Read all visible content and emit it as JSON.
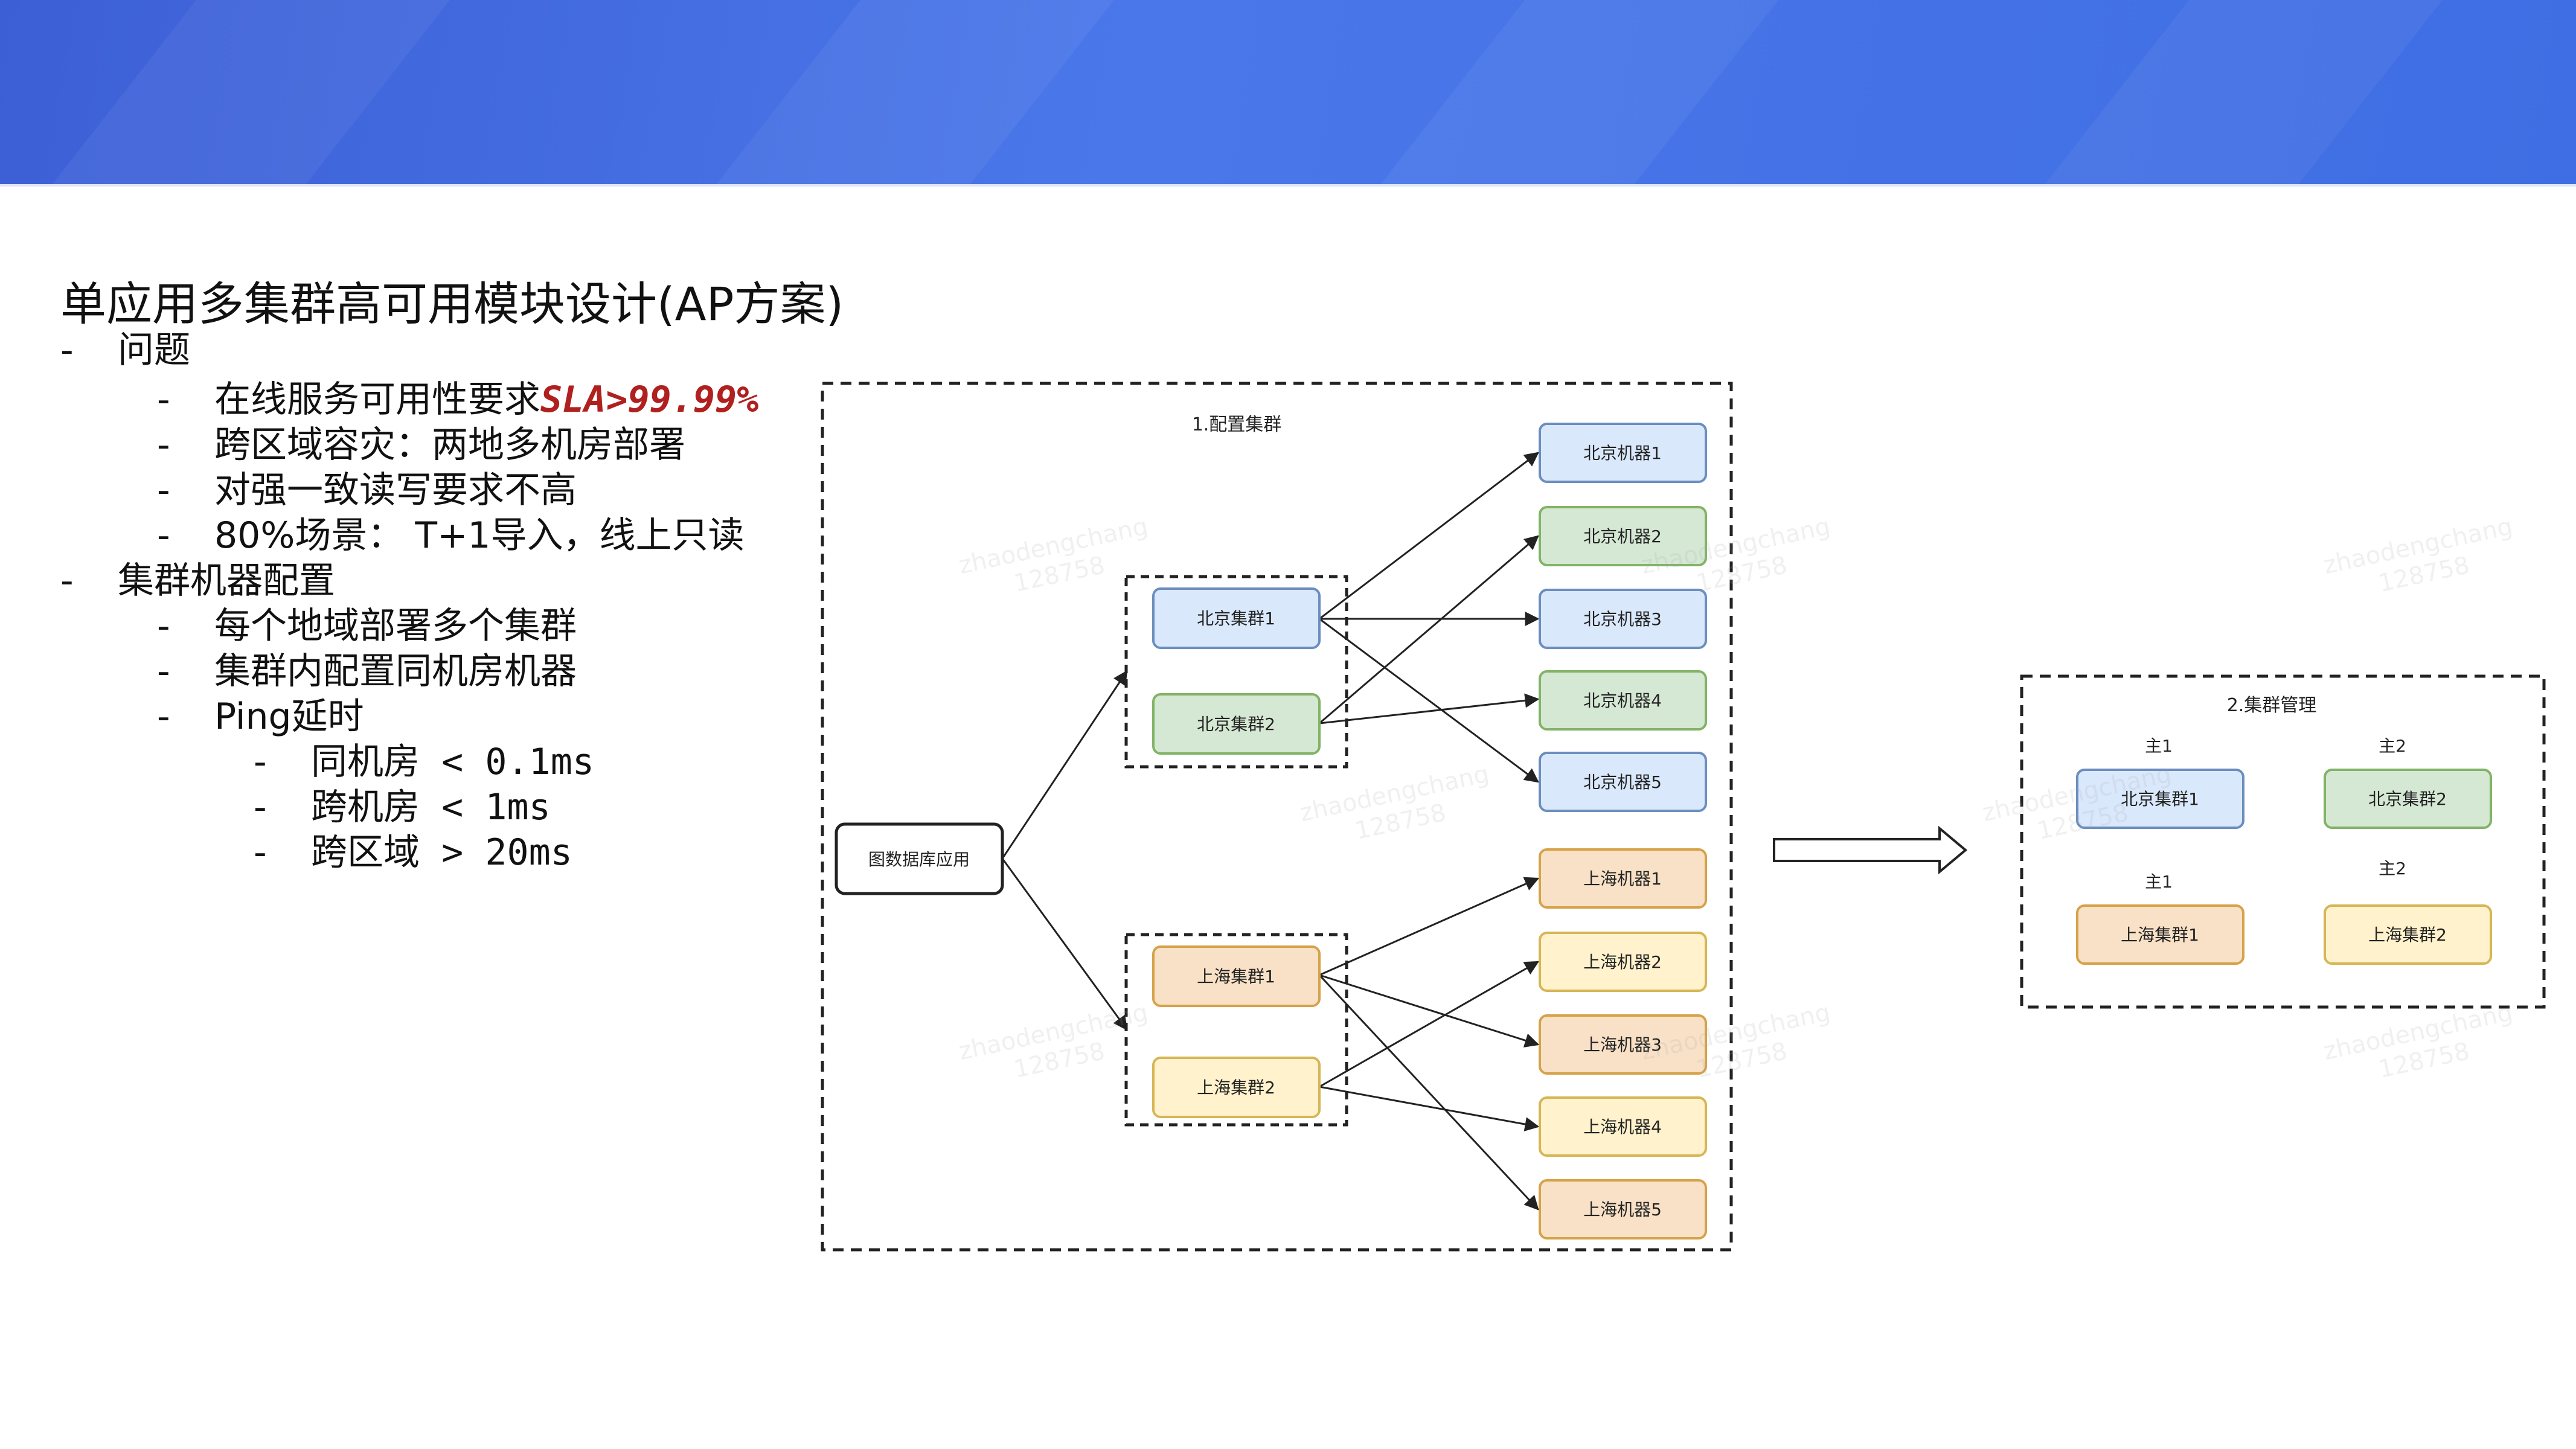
{
  "title": "单应用多集群高可用模块设计(AP方案)",
  "outline": {
    "problem": {
      "label": "问题",
      "items": [
        {
          "text": "在线服务可用性要求",
          "highlight": "SLA>99.99%"
        },
        {
          "text": "跨区域容灾：两地多机房部署"
        },
        {
          "text": "对强一致读写要求不高"
        },
        {
          "text": "80%场景： T+1导入，线上只读"
        }
      ]
    },
    "config": {
      "label": "集群机器配置",
      "items": [
        {
          "text": "每个地域部署多个集群"
        },
        {
          "text": "集群内配置同机房机器"
        },
        {
          "text": "Ping延时"
        }
      ],
      "ping": [
        "同机房 < 0.1ms",
        "跨机房 < 1ms",
        "跨区域 > 20ms"
      ]
    }
  },
  "diagram1": {
    "title": "1.配置集群",
    "app": "图数据库应用",
    "beijing_clusters": [
      "北京集群1",
      "北京集群2"
    ],
    "shanghai_clusters": [
      "上海集群1",
      "上海集群2"
    ],
    "beijing_machines": [
      "北京机器1",
      "北京机器2",
      "北京机器3",
      "北京机器4",
      "北京机器5"
    ],
    "shanghai_machines": [
      "上海机器1",
      "上海机器2",
      "上海机器3",
      "上海机器4",
      "上海机器5"
    ]
  },
  "diagram2": {
    "title": "2.集群管理",
    "labels": [
      "主1",
      "主2",
      "主1",
      "主2"
    ],
    "clusters": [
      "北京集群1",
      "北京集群2",
      "上海集群1",
      "上海集群2"
    ]
  },
  "watermark": {
    "line1": "zhaodengchang",
    "line2": "128758"
  },
  "colors": {
    "blue_fill": "#dae8fc",
    "blue_stroke": "#6c8ebf",
    "green_fill": "#d5e8d4",
    "green_stroke": "#82b366",
    "orange_fill": "#f8e1c6",
    "orange_stroke": "#d6a24a",
    "yellow_fill": "#fff2cc",
    "yellow_stroke": "#d6b656",
    "sla": "#b0201e"
  }
}
